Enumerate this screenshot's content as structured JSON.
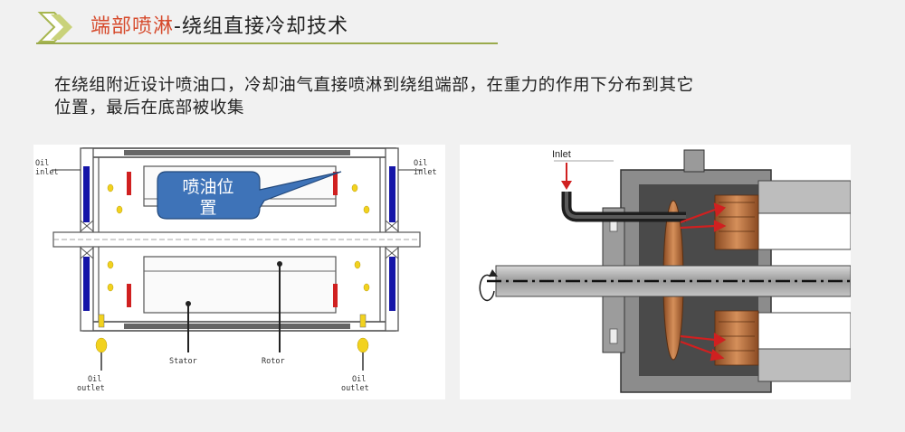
{
  "header": {
    "title_accent": "端部喷淋",
    "title_rest": "-绕组直接冷却技术"
  },
  "description": {
    "line1": "在绕组附近设计喷油口，冷却油气直接喷淋到绕组端部，在重力的作用下分布到其它",
    "line2": "位置，最后在底部被收集"
  },
  "left_diagram": {
    "oil_inlet_left": "Oil\ninlet",
    "oil_inlet_right": "Oil\ninlet",
    "oil_outlet_left": "Oil\noutlet",
    "oil_outlet_right": "Oil\noutlet",
    "stator_label": "Stator",
    "rotor_label": "Rotor",
    "callout_line1": "喷油位",
    "callout_line2": "置"
  },
  "right_diagram": {
    "inlet_label": "Inlet"
  },
  "colors": {
    "title_accent": "#d64a2c",
    "title_rule": "#9aaa4c",
    "callout_fill": "#3e73b8",
    "winding_red": "#d02020",
    "coil_blue": "#1515a8",
    "oil_drop": "#f2d21e",
    "copper": "#b66a3b"
  }
}
